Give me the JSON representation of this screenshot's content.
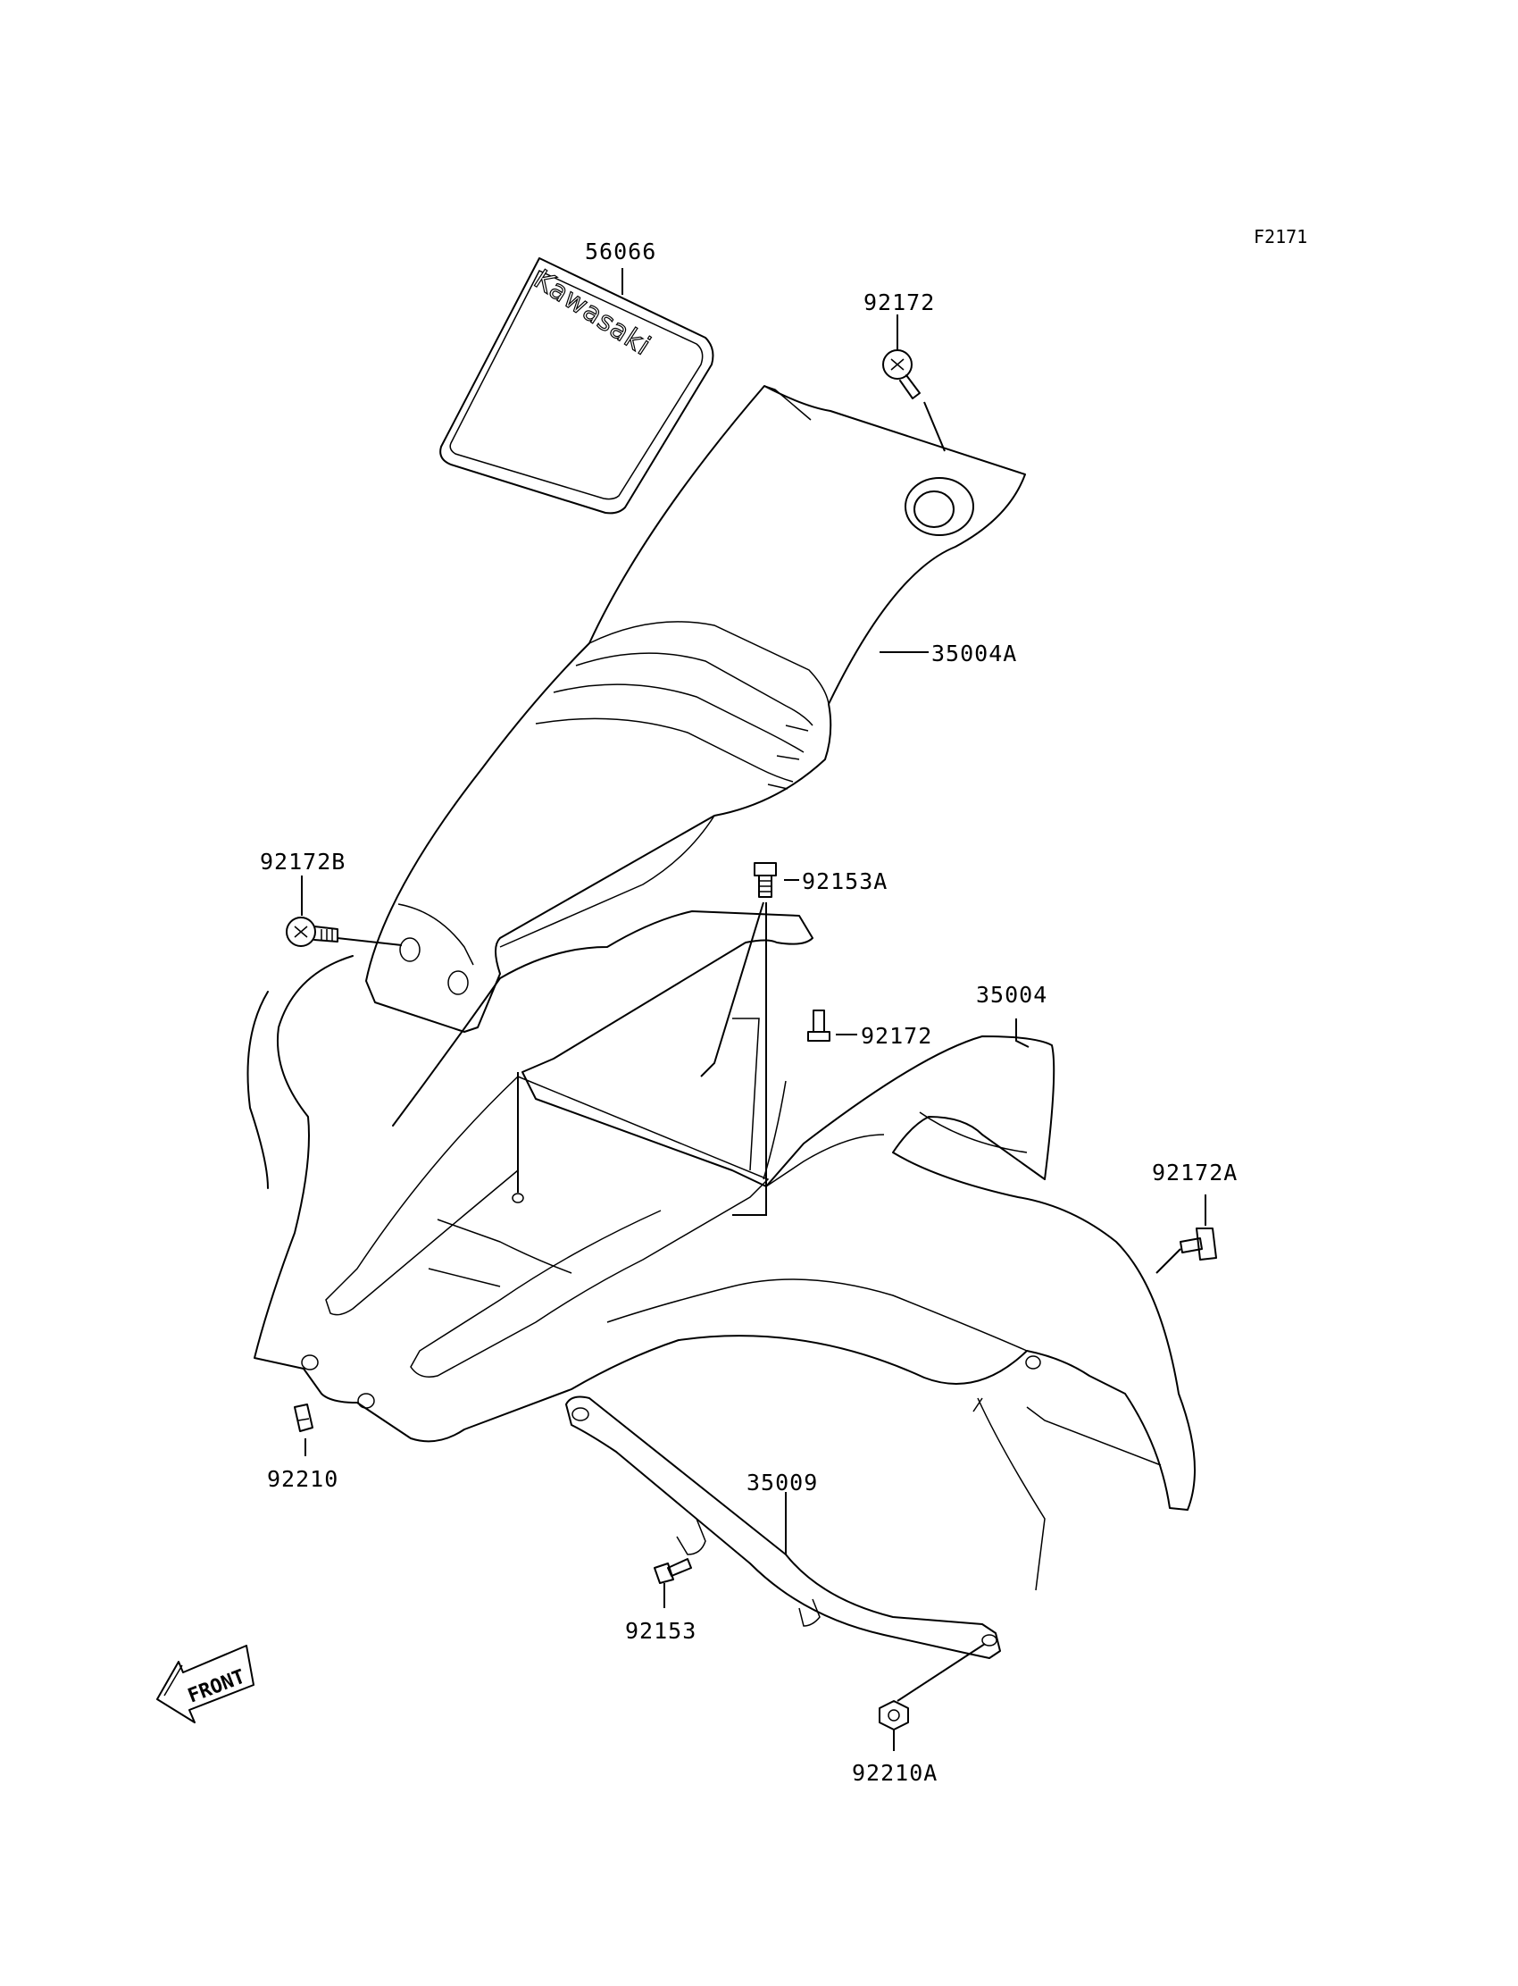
{
  "figure_number": "F2171",
  "brand_text": "Kawasaki",
  "front_indicator": "FRONT",
  "parts": [
    {
      "id": "56066"
    },
    {
      "id": "92172"
    },
    {
      "id": "35004A"
    },
    {
      "id": "92172B"
    },
    {
      "id": "92153A"
    },
    {
      "id": "35004"
    },
    {
      "id": "92172"
    },
    {
      "id": "92172A"
    },
    {
      "id": "92210"
    },
    {
      "id": "35009"
    },
    {
      "id": "92153"
    },
    {
      "id": "92210A"
    }
  ]
}
